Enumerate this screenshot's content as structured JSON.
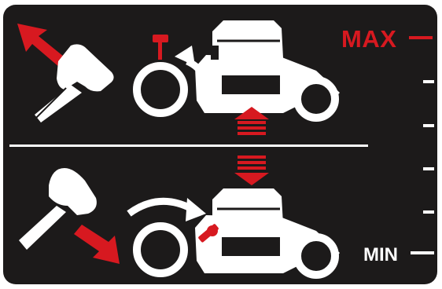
{
  "scale": {
    "max_label": "MAX",
    "min_label": "MIN",
    "tick_count": 6
  },
  "sections": [
    {
      "name": "raise",
      "direction": "up"
    },
    {
      "name": "lower",
      "direction": "down"
    }
  ],
  "colors": {
    "background": "#1c1a1a",
    "foreground": "#ffffff",
    "accent": "#d71920"
  }
}
